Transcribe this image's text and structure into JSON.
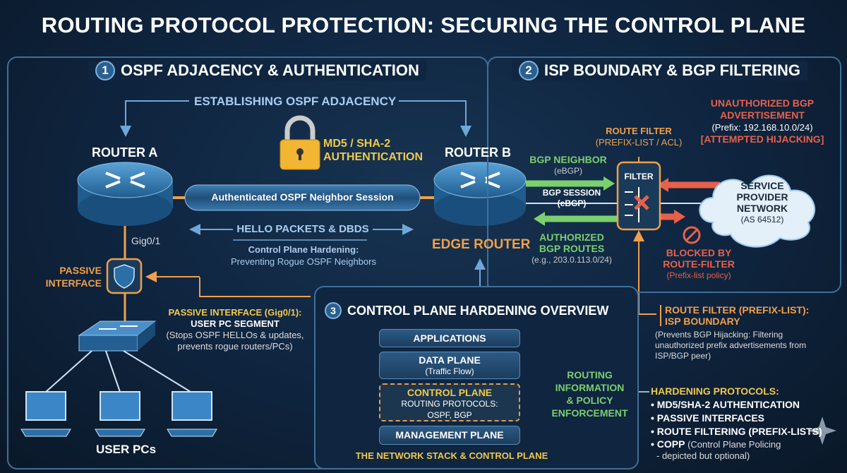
{
  "title": "ROUTING PROTOCOL PROTECTION: SECURING THE CONTROL PLANE",
  "panel1": {
    "num": "1",
    "title": "OSPF ADJACENCY & AUTHENTICATION",
    "establishing": "ESTABLISHING OSPF ADJACENCY",
    "router_a": "ROUTER A",
    "router_b": "ROUTER B",
    "edge_router": "EDGE ROUTER",
    "auth_line1": "MD5 / SHA-2",
    "auth_line2": "AUTHENTICATION",
    "session": "Authenticated OSPF Neighbor Session",
    "hello": "HELLO PACKETS & DBDS",
    "hardening_title": "Control Plane Hardening:",
    "hardening_sub": "Preventing Rogue OSPF Neighbors",
    "gig": "Gig0/1",
    "passive_line1": "PASSIVE",
    "passive_line2": "INTERFACE",
    "passive_note_title": "PASSIVE INTERFACE (Gig0/1):",
    "passive_note_sub": "USER PC SEGMENT",
    "passive_note_body1": "(Stops OSPF HELLOs & updates,",
    "passive_note_body2": "prevents rogue routers/PCs)",
    "user_pcs": "USER PCs"
  },
  "panel2": {
    "num": "2",
    "title": "ISP BOUNDARY & BGP FILTERING",
    "route_filter": "ROUTE FILTER",
    "route_filter_sub": "(PREFIX-LIST / ACL)",
    "unauth1": "UNAUTHORIZED BGP",
    "unauth2": "ADVERTISEMENT",
    "unauth_prefix": "(Prefix: 192.168.10.0/24)",
    "unauth_hijack": "[ATTEMPTED HIJACKING]",
    "bgp_neighbor": "BGP NEIGHBOR",
    "bgp_neighbor_sub": "(eBGP)",
    "bgp_session": "BGP SESSION",
    "bgp_session_sub": "(eBGP)",
    "filter": "FILTER",
    "sp1": "SERVICE",
    "sp2": "PROVIDER",
    "sp3": "NETWORK",
    "sp_as": "(AS 64512)",
    "authorized1": "AUTHORIZED",
    "authorized2": "BGP ROUTES",
    "authorized_eg": "(e.g., 203.0.113.0/24)",
    "blocked1": "BLOCKED BY",
    "blocked2": "ROUTE-FILTER",
    "blocked_sub": "(Prefix-list policy)",
    "rf_title1": "ROUTE FILTER (PREFIX-LIST):",
    "rf_title2": "ISP BOUNDARY",
    "rf_body1": "(Prevents BGP Hijacking: Filtering",
    "rf_body2": "unauthorized prefix advertisements from",
    "rf_body3": "ISP/BGP peer)"
  },
  "panel3": {
    "num": "3",
    "title": "CONTROL PLANE HARDENING OVERVIEW",
    "applications": "APPLICATIONS",
    "data_plane": "DATA PLANE",
    "data_plane_sub": "(Traffic Flow)",
    "control_plane": "CONTROL PLANE",
    "control_plane_sub1": "ROUTING PROTOCOLS:",
    "control_plane_sub2": "OSPF, BGP",
    "management_plane": "MANAGEMENT PLANE",
    "caption": "THE NETWORK STACK & CONTROL PLANE",
    "routing1": "ROUTING",
    "routing2": "INFORMATION",
    "routing3": "& POLICY",
    "routing4": "ENFORCEMENT"
  },
  "hardening": {
    "title": "HARDENING PROTOCOLS:",
    "items": [
      "• MD5/SHA-2 AUTHENTICATION",
      "• PASSIVE INTERFACES",
      "• ROUTE FILTERING (PREFIX-LISTS)"
    ],
    "copp": "• COPP",
    "copp_desc1": " (Control Plane Policing",
    "copp_desc2": "- depicted but optional)"
  }
}
